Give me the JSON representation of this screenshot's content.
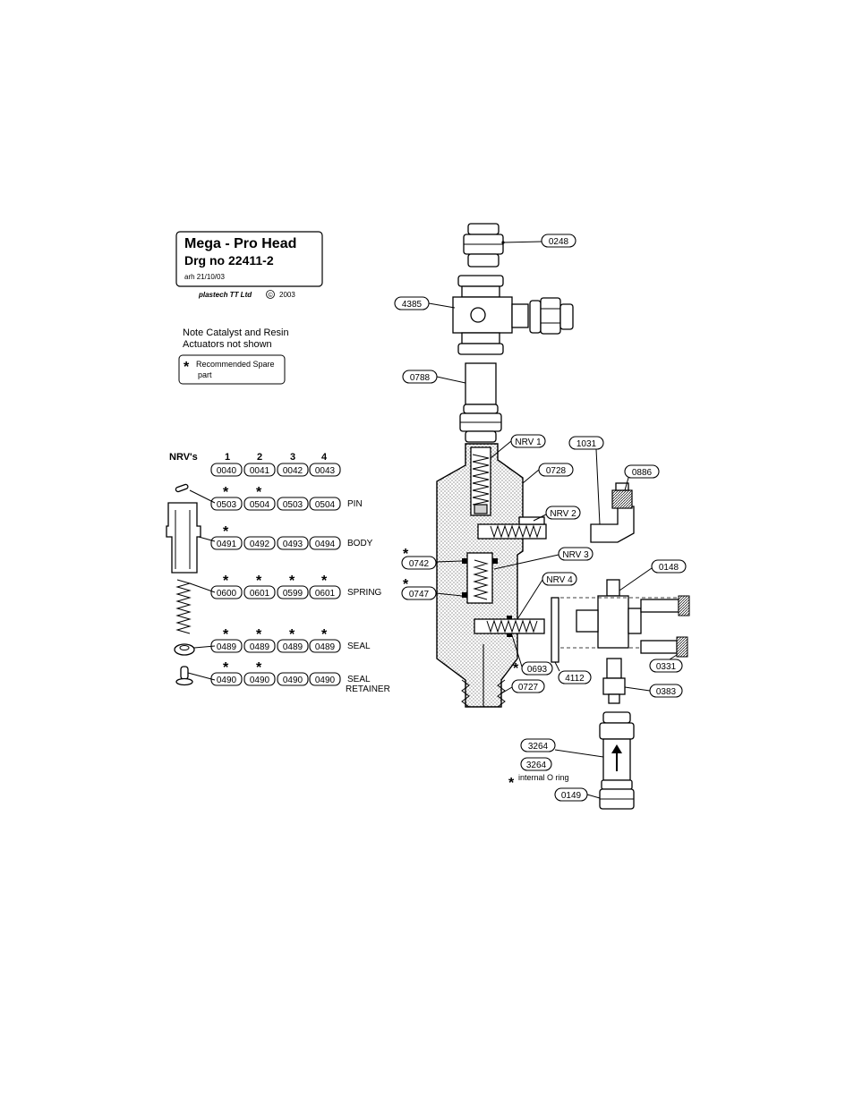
{
  "title_block": {
    "title": "Mega - Pro Head",
    "drawing_no": "Drg no 22411-2",
    "author_date": "arh 21/10/03",
    "copyright_company": "plastech TT Ltd",
    "copyright_symbol": "©",
    "copyright_year": "2003"
  },
  "note": {
    "line1": "Note Catalyst and Resin",
    "line2": "Actuators not shown"
  },
  "legend": {
    "star": "*",
    "line1": "Recommended Spare",
    "line2": "part"
  },
  "nrv_table": {
    "heading": "NRV's",
    "columns": [
      "1",
      "2",
      "3",
      "4"
    ],
    "rows": [
      {
        "codes": [
          "0040",
          "0041",
          "0042",
          "0043"
        ],
        "stars": [
          false,
          false,
          false,
          false
        ],
        "label": "",
        "label2": ""
      },
      {
        "codes": [
          "0503",
          "0504",
          "0503",
          "0504"
        ],
        "stars": [
          true,
          true,
          false,
          false
        ],
        "label": "PIN",
        "label2": ""
      },
      {
        "codes": [
          "0491",
          "0492",
          "0493",
          "0494"
        ],
        "stars": [
          true,
          false,
          false,
          false
        ],
        "label": "BODY",
        "label2": ""
      },
      {
        "codes": [
          "0600",
          "0601",
          "0599",
          "0601"
        ],
        "stars": [
          true,
          true,
          true,
          true
        ],
        "label": "SPRING",
        "label2": ""
      },
      {
        "codes": [
          "0489",
          "0489",
          "0489",
          "0489"
        ],
        "stars": [
          true,
          true,
          true,
          true
        ],
        "label": "SEAL",
        "label2": ""
      },
      {
        "codes": [
          "0490",
          "0490",
          "0490",
          "0490"
        ],
        "stars": [
          true,
          true,
          false,
          false
        ],
        "label": "SEAL",
        "label2": "RETAINER"
      }
    ]
  },
  "callouts": {
    "c0248": "0248",
    "c4385": "4385",
    "c0788": "0788",
    "nrv1": "NRV 1",
    "c0728": "0728",
    "c1031": "1031",
    "c0886": "0886",
    "nrv2": "NRV 2",
    "nrv3": "NRV 3",
    "c0742": "0742",
    "c0747": "0747",
    "nrv4": "NRV 4",
    "c0148": "0148",
    "c0693": "0693",
    "c4112": "4112",
    "c0331": "0331",
    "c0727": "0727",
    "c0383": "0383",
    "c3264a": "3264",
    "c3264b": "3264",
    "internal_o_ring": "internal O ring",
    "c0149": "0149"
  },
  "star_char": "*"
}
